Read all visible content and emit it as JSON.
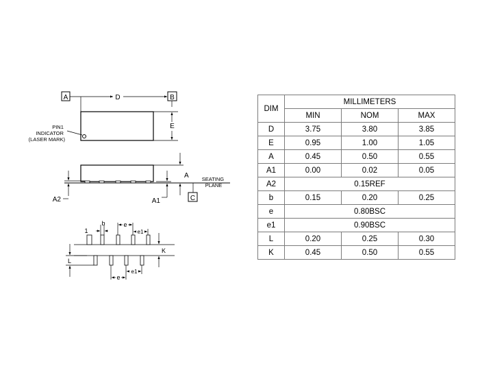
{
  "labels": {
    "datum_a": "A",
    "datum_b": "B",
    "datum_c": "C",
    "dim_d": "D",
    "dim_e": "E",
    "dim_a": "A",
    "dim_a1": "A1",
    "dim_a2": "A2",
    "dim_b": "b",
    "dim_1": "1",
    "dim_e_pitch": "e",
    "dim_e1_pitch": "e1",
    "dim_l": "L",
    "dim_k": "K",
    "pin1_lines": [
      "PIN1",
      "INDICATOR",
      "(LASER MARK)"
    ],
    "seating_lines": [
      "SEATING",
      "PLANE"
    ]
  },
  "table": {
    "dim_header": "DIM",
    "unit_header": "MILLIMETERS",
    "col_headers": [
      "MIN",
      "NOM",
      "MAX"
    ],
    "rows": [
      {
        "dim": "D",
        "min": "3.75",
        "nom": "3.80",
        "max": "3.85"
      },
      {
        "dim": "E",
        "min": "0.95",
        "nom": "1.00",
        "max": "1.05"
      },
      {
        "dim": "A",
        "min": "0.45",
        "nom": "0.50",
        "max": "0.55"
      },
      {
        "dim": "A1",
        "min": "0.00",
        "nom": "0.02",
        "max": "0.05"
      },
      {
        "dim": "A2",
        "span": "0.15REF"
      },
      {
        "dim": "b",
        "min": "0.15",
        "nom": "0.20",
        "max": "0.25"
      },
      {
        "dim": "e",
        "span": "0.80BSC"
      },
      {
        "dim": "e1",
        "span": "0.90BSC"
      },
      {
        "dim": "L",
        "min": "0.20",
        "nom": "0.25",
        "max": "0.30"
      },
      {
        "dim": "K",
        "min": "0.45",
        "nom": "0.50",
        "max": "0.55"
      }
    ]
  }
}
